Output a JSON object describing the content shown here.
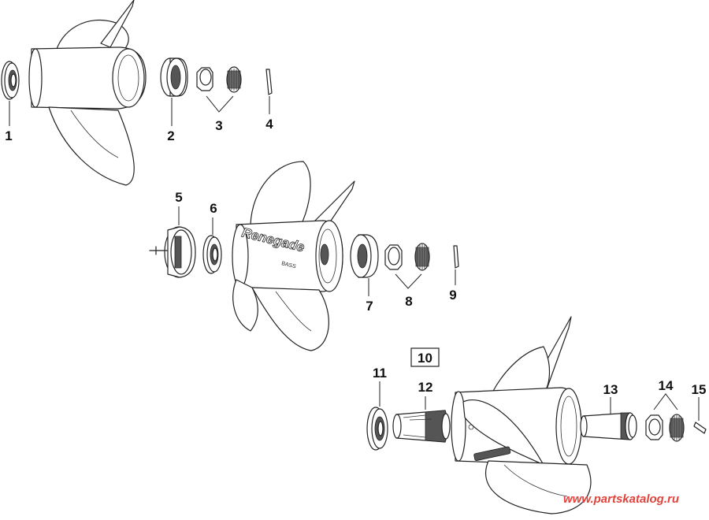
{
  "callouts": {
    "c1": "1",
    "c2": "2",
    "c3": "3",
    "c4": "4",
    "c5": "5",
    "c6": "6",
    "c7": "7",
    "c8": "8",
    "c9": "9",
    "c10": "10",
    "c11": "11",
    "c12": "12",
    "c13": "13",
    "c14": "14",
    "c15": "15"
  },
  "propeller_brand": {
    "name": "Renegade",
    "sub": "BASS"
  },
  "watermark": "www.partskatalog.ru",
  "colors": {
    "line": "#222222",
    "watermark": "#e0433b",
    "background": "#ffffff"
  }
}
